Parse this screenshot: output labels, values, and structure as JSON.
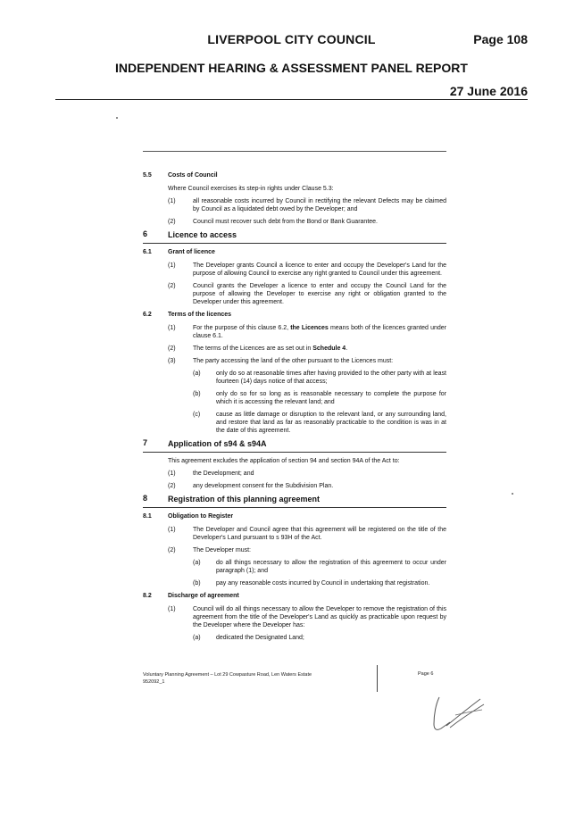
{
  "header": {
    "council": "LIVERPOOL CITY COUNCIL",
    "page": "Page 108",
    "report": "INDEPENDENT HEARING & ASSESSMENT PANEL REPORT",
    "date": "27 June 2016"
  },
  "doc": {
    "s5_5": {
      "num": "5.5",
      "title": "Costs of Council",
      "intro": "Where Council exercises its step-in rights under Clause 5.3:",
      "items": [
        {
          "label": "(1)",
          "text": "all reasonable costs incurred by Council in rectifying the relevant Defects may be claimed by Council as a liquidated debt owed by the Developer;  and"
        },
        {
          "label": "(2)",
          "text": "Council must recover such debt from the Bond or Bank Guarantee."
        }
      ]
    },
    "s6": {
      "num": "6",
      "title": "Licence to access"
    },
    "s6_1": {
      "num": "6.1",
      "title": "Grant of licence",
      "items": [
        {
          "label": "(1)",
          "text": "The Developer grants Council a licence to enter and occupy the Developer's Land for the purpose of allowing Council to exercise any right granted to Council under this agreement."
        },
        {
          "label": "(2)",
          "text": "Council grants the Developer a licence to enter and occupy the Council Land for the purpose of allowing the Developer to exercise any right or obligation granted to the Developer under this agreement."
        }
      ]
    },
    "s6_2": {
      "num": "6.2",
      "title": "Terms of the licences",
      "item1": {
        "label": "(1)",
        "pre": "For the purpose of this clause 6.2, ",
        "bold": "the Licences",
        "post": " means both of the licences granted under clause 6.1."
      },
      "item2": {
        "label": "(2)",
        "pre": "The terms of the Licences are as set out in ",
        "bold": "Schedule 4",
        "post": "."
      },
      "item3": {
        "label": "(3)",
        "text": "The party accessing the land of the other pursuant to the Licences must:"
      },
      "subs": [
        {
          "label": "(a)",
          "text": "only do so at reasonable times after having provided to the other party with at least fourteen (14) days notice of that access;"
        },
        {
          "label": "(b)",
          "text": "only do so for so long as is reasonable necessary to complete the purpose for which it is accessing the relevant land; and"
        },
        {
          "label": "(c)",
          "text": "cause as little damage or disruption to the relevant land, or any surrounding land, and restore that land as far as reasonably practicable to the condition is was in at the date of this agreement."
        }
      ]
    },
    "s7": {
      "num": "7",
      "title": "Application of s94 & s94A",
      "intro": "This agreement excludes the application of section 94 and section 94A of the Act to:",
      "items": [
        {
          "label": "(1)",
          "text": "the Development; and"
        },
        {
          "label": "(2)",
          "text": "any development consent  for the Subdivision Plan."
        }
      ]
    },
    "s8": {
      "num": "8",
      "title": "Registration of this planning agreement"
    },
    "s8_1": {
      "num": "8.1",
      "title": "Obligation to Register",
      "item1": {
        "label": "(1)",
        "text": "The Developer and Council agree that this agreement will be registered on the title of the Developer's Land pursuant to s 93H of the Act."
      },
      "item2": {
        "label": "(2)",
        "text": "The Developer must:"
      },
      "subs": [
        {
          "label": "(a)",
          "text": "do all things necessary to allow the registration of this agreement to occur under paragraph (1); and"
        },
        {
          "label": "(b)",
          "text": "pay any reasonable costs incurred by Council in undertaking that registration."
        }
      ]
    },
    "s8_2": {
      "num": "8.2",
      "title": "Discharge of agreement",
      "item1": {
        "label": "(1)",
        "text": "Council will do all things necessary to allow the Developer to remove the registration of this agreement from the title of the Developer's Land as quickly as practicable upon request by the Developer where the Developer has:"
      },
      "subs": [
        {
          "label": "(a)",
          "text": "dedicated the Designated Land;"
        }
      ]
    }
  },
  "footer": {
    "left": "Voluntary Planning Agreement – Lot 29 Cowpasture Road, Len Waters Estate",
    "ref": "952092_1",
    "page": "Page 6"
  }
}
